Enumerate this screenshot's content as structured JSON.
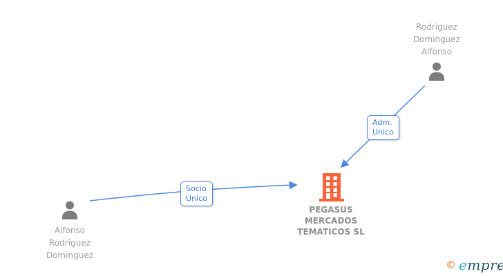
{
  "diagram": {
    "person_top": {
      "name_lines": [
        "Rodriguez",
        "Dominguez",
        "Alfonso"
      ],
      "icon": "person-icon"
    },
    "person_bottom": {
      "name_lines": [
        "Alfonso",
        "Rodriguez",
        "Dominguez"
      ],
      "icon": "person-icon"
    },
    "company": {
      "name_lines": [
        "PEGASUS",
        "MERCADOS",
        "TEMATICOS SL"
      ],
      "icon": "building-icon"
    },
    "edges": {
      "adm_unico": {
        "label_lines": [
          "Adm.",
          "Unico"
        ],
        "from": "person_top",
        "to": "company"
      },
      "socio_unico": {
        "label_lines": [
          "Socio",
          "Único"
        ],
        "from": "person_bottom",
        "to": "company"
      }
    }
  },
  "footer": {
    "copyright_symbol": "©",
    "brand_first_letter": "e",
    "brand_rest": "mpresia"
  },
  "colors": {
    "edge_blue": "#4E86E0",
    "edge_text_blue": "#3C78DC",
    "person_gray": "#7C7C7C",
    "name_label_gray": "#9E9E9E",
    "company_label_gray": "#8F8F8F",
    "building_orange": "#F96438",
    "logo_orange": "#E8791F",
    "logo_light_blue": "#3DA8DC",
    "logo_dark_teal": "#28566A"
  }
}
